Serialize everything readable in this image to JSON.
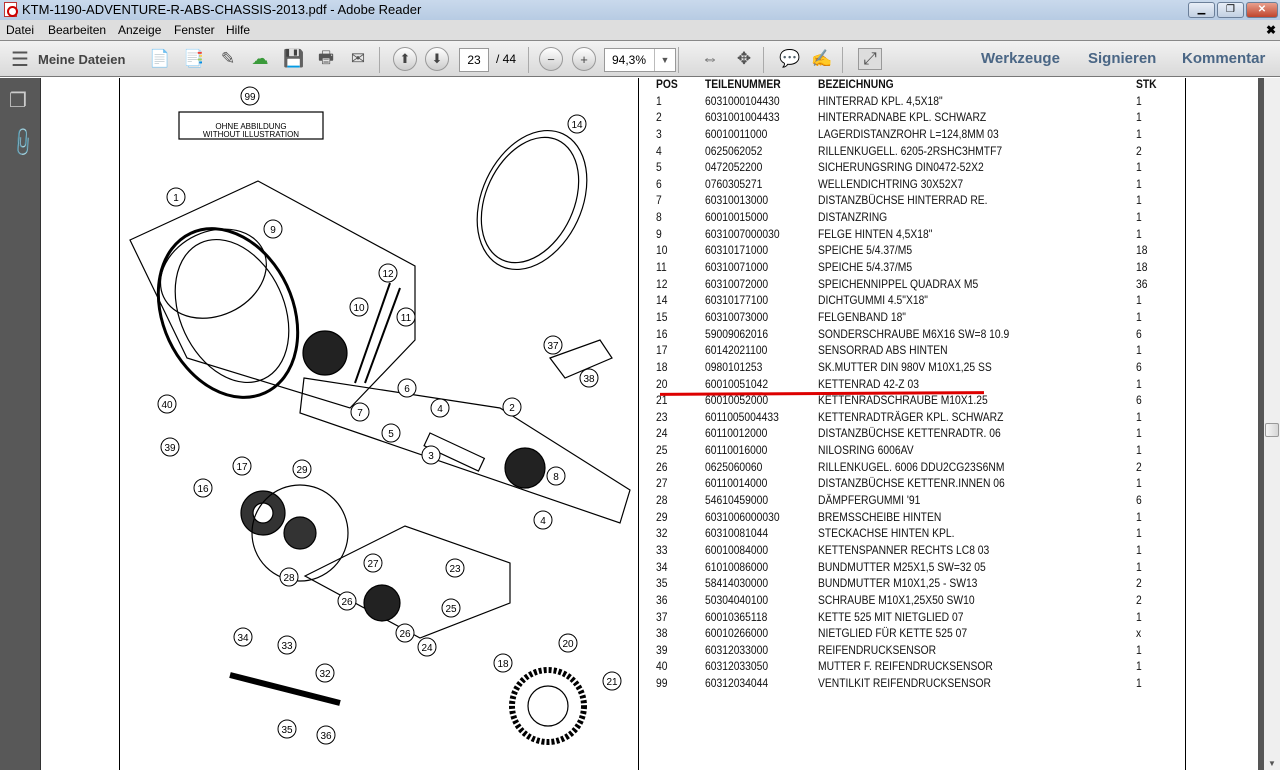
{
  "window": {
    "title": "KTM-1190-ADVENTURE-R-ABS-CHASSIS-2013.pdf - Adobe Reader"
  },
  "menu": [
    "Datei",
    "Bearbeiten",
    "Anzeige",
    "Fenster",
    "Hilfe"
  ],
  "toolbar": {
    "my_files": "Meine Dateien",
    "page_current": "23",
    "page_total": "/ 44",
    "zoom": "94,3%",
    "tools": "Werkzeuge",
    "sign": "Signieren",
    "comment": "Kommentar"
  },
  "diagram": {
    "note_line1": "OHNE ABBILDUNG",
    "note_line2": "WITHOUT ILLUSTRATION",
    "callouts": [
      "99",
      "14",
      "1",
      "9",
      "12",
      "10",
      "11",
      "37",
      "38",
      "40",
      "39",
      "2",
      "6",
      "7",
      "4",
      "5",
      "3",
      "8",
      "4",
      "17",
      "29",
      "16",
      "27",
      "23",
      "28",
      "26",
      "25",
      "26",
      "24",
      "34",
      "33",
      "32",
      "20",
      "18",
      "21",
      "35",
      "36"
    ]
  },
  "parts": {
    "headers": [
      "POS",
      "TEILENUMMER",
      "BEZEICHNUNG",
      "STK"
    ],
    "rows": [
      [
        "1",
        "6031000104430",
        "HINTERRAD KPL. 4,5X18\"",
        "1"
      ],
      [
        "2",
        "6031001004433",
        "HINTERRADNABE KPL. SCHWARZ",
        "1"
      ],
      [
        "3",
        "60010011000",
        "LAGERDISTANZROHR L=124,8MM 03",
        "1"
      ],
      [
        "4",
        "0625062052",
        "RILLENKUGELL. 6205-2RSHC3HMTF7",
        "2"
      ],
      [
        "5",
        "0472052200",
        "SICHERUNGSRING DIN0472-52X2",
        "1"
      ],
      [
        "6",
        "0760305271",
        "WELLENDICHTRING 30X52X7",
        "1"
      ],
      [
        "7",
        "60310013000",
        "DISTANZBÜCHSE HINTERRAD RE.",
        "1"
      ],
      [
        "8",
        "60010015000",
        "DISTANZRING",
        "1"
      ],
      [
        "9",
        "6031007000030",
        "FELGE HINTEN 4,5X18\"",
        "1"
      ],
      [
        "10",
        "60310171000",
        "SPEICHE 5/4.37/M5",
        "18"
      ],
      [
        "11",
        "60310071000",
        "SPEICHE 5/4.37/M5",
        "18"
      ],
      [
        "12",
        "60310072000",
        "SPEICHENNIPPEL QUADRAX M5",
        "36"
      ],
      [
        "14",
        "60310177100",
        "DICHTGUMMI 4.5\"X18\"",
        "1"
      ],
      [
        "15",
        "60310073000",
        "FELGENBAND 18\"",
        "1"
      ],
      [
        "16",
        "59009062016",
        "SONDERSCHRAUBE M6X16 SW=8 10.9",
        "6"
      ],
      [
        "17",
        "60142021100",
        "SENSORRAD ABS HINTEN",
        "1"
      ],
      [
        "18",
        "0980101253",
        "SK.MUTTER DIN 980V M10X1,25 SS",
        "6"
      ],
      [
        "20",
        "60010051042",
        "KETTENRAD 42-Z 03",
        "1"
      ],
      [
        "21",
        "60010052000",
        "KETTENRADSCHRAUBE M10X1.25",
        "6"
      ],
      [
        "23",
        "6011005004433",
        "KETTENRADTRÄGER KPL. SCHWARZ",
        "1"
      ],
      [
        "24",
        "60110012000",
        "DISTANZBÜCHSE KETTENRADTR. 06",
        "1"
      ],
      [
        "25",
        "60110016000",
        "NILOSRING 6006AV",
        "1"
      ],
      [
        "26",
        "0625060060",
        "RILLENKUGEL. 6006 DDU2CG23S6NM",
        "2"
      ],
      [
        "27",
        "60110014000",
        "DISTANZBÜCHSE KETTENR.INNEN 06",
        "1"
      ],
      [
        "28",
        "54610459000",
        "DÄMPFERGUMMI '91",
        "6"
      ],
      [
        "29",
        "6031006000030",
        "BREMSSCHEIBE HINTEN",
        "1"
      ],
      [
        "32",
        "60310081044",
        "STECKACHSE HINTEN KPL.",
        "1"
      ],
      [
        "33",
        "60010084000",
        "KETTENSPANNER RECHTS LC8 03",
        "1"
      ],
      [
        "34",
        "61010086000",
        "BUNDMUTTER M25X1,5 SW=32 05",
        "1"
      ],
      [
        "35",
        "58414030000",
        "BUNDMUTTER M10X1,25 - SW13",
        "2"
      ],
      [
        "36",
        "50304040100",
        "SCHRAUBE M10X1,25X50 SW10",
        "2"
      ],
      [
        "37",
        "60010365118",
        "KETTE 525 MIT NIETGLIED 07",
        "1"
      ],
      [
        "38",
        "60010266000",
        "NIETGLIED FÜR KETTE 525 07",
        "x"
      ],
      [
        "39",
        "60312033000",
        "REIFENDRUCKSENSOR",
        "1"
      ],
      [
        "40",
        "60312033050",
        "MUTTER F. REIFENDRUCKSENSOR",
        "1"
      ],
      [
        "99",
        "60312034044",
        "VENTILKIT REIFENDRUCKSENSOR",
        "1"
      ]
    ]
  },
  "colors": {
    "highlight": "#dd0000",
    "accent": "#4a6685"
  }
}
